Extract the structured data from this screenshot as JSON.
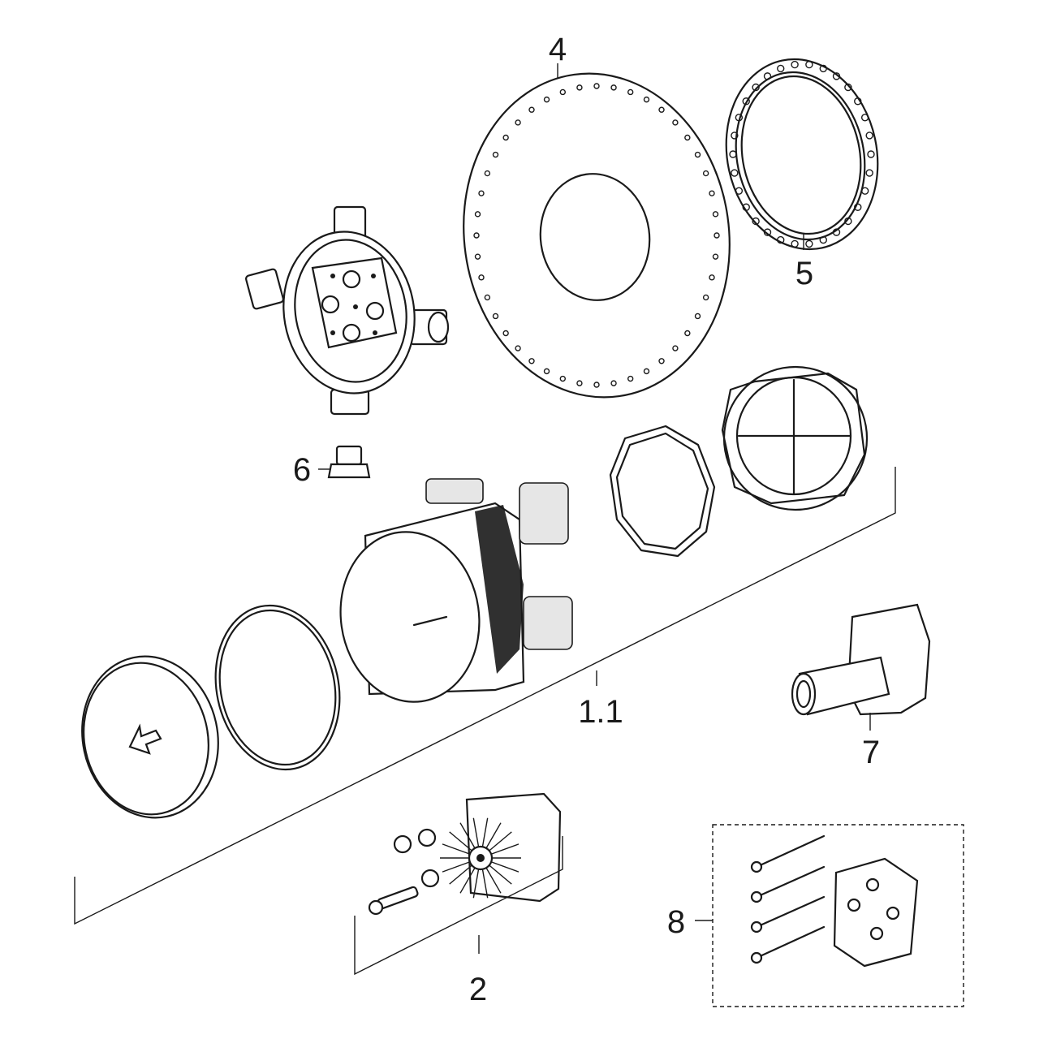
{
  "diagram": {
    "type": "exploded parts diagram",
    "labels": {
      "part_4": "4",
      "part_5": "5",
      "part_6": "6",
      "part_1_1": "1.1",
      "part_7": "7",
      "part_2": "2",
      "part_8": "8"
    }
  }
}
